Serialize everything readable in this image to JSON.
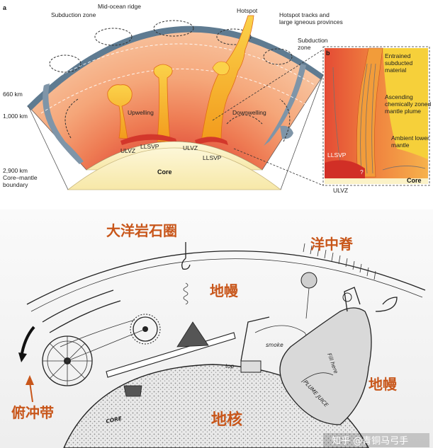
{
  "panel_a": {
    "panel_letter": "a",
    "labels": {
      "subduction_zone_left": "Subduction zone",
      "mid_ocean_ridge": "Mid-ocean ridge",
      "hotspot": "Hotspot",
      "hotspot_tracks": "Hotspot tracks and",
      "hotspot_tracks_2": "large igneous provinces",
      "subduction_zone_right_1": "Subduction",
      "subduction_zone_right_2": "zone",
      "depth_660": "660 km",
      "depth_1000": "1,000 km",
      "depth_2900": "2,900 km",
      "cmb_1": "Core–mantle",
      "cmb_2": "boundary",
      "upwelling": "Upwelling",
      "downwelling": "Downwelling",
      "ulvz_left": "ULVZ",
      "llsvp_left": "LLSVP",
      "ulvz_mid": "ULVZ",
      "llsvp_mid": "LLSVP",
      "core": "Core"
    }
  },
  "panel_b": {
    "panel_letter": "b",
    "labels": {
      "entrained_1": "Entrained",
      "entrained_2": "subducted",
      "entrained_3": "material",
      "ascending_1": "Ascending",
      "ascending_2": "chemically zoned",
      "ascending_3": "mantle plume",
      "ambient_1": "Ambient lower",
      "ambient_2": "mantle",
      "llsvp": "LLSVP",
      "question": "?",
      "ulvz": "ULVZ",
      "core": "Core"
    }
  },
  "cartoon": {
    "labels": {
      "oceanic_lithosphere": "大洋岩石圈",
      "mid_ocean_ridge": "洋中脊",
      "mantle_upper": "地幔",
      "mantle_right": "地幔",
      "core": "地核",
      "subduction_zone": "俯冲带"
    },
    "handwritten": {
      "core": "CORE",
      "plume_juice": "PLUME JUICE",
      "fill_here": "Fill here",
      "top": "top",
      "smoke": "smoke"
    },
    "watermark": "知乎 @青铜马弓手"
  },
  "colors": {
    "mantle_hot": "#e8604a",
    "mantle_warm": "#f4a37a",
    "core_fill": "#fbf2c7",
    "plume": "#f6b21d",
    "crust": "#5f7b91",
    "label_orange": "#c8561a"
  }
}
